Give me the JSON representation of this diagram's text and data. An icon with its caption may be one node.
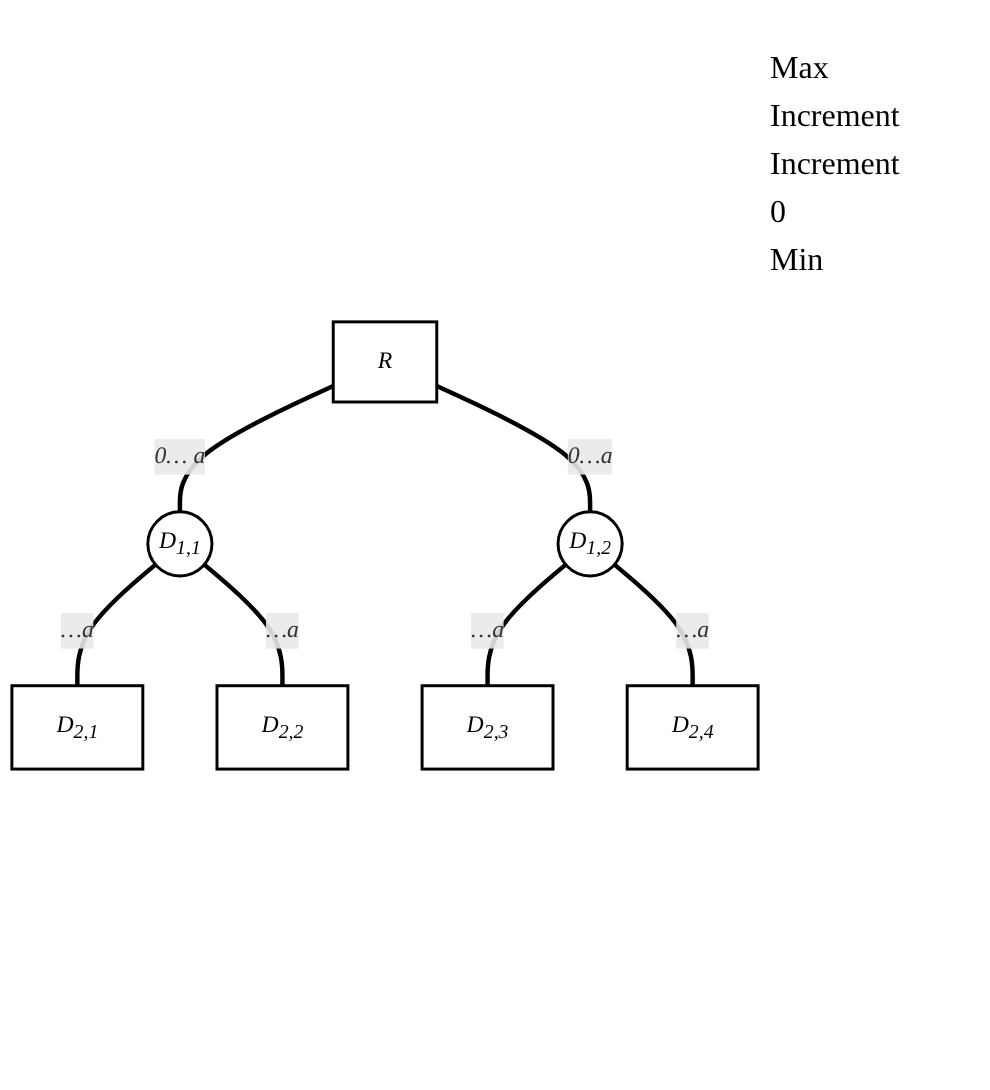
{
  "diagram": {
    "nodes": [
      {
        "text": [
          "R"
        ]
      },
      {
        "text": [
          "D$_{1,1}$"
        ]
      },
      {
        "text": [
          "D$_{1,2}$"
        ]
      },
      {
        "text": [
          "D$_{2,1}$"
        ]
      },
      {
        "text": [
          "D$_{2,2}$"
        ]
      },
      {
        "text": [
          "D$_{2,3}$"
        ]
      },
      {
        "text": [
          "D$_{2,4}$"
        ]
      }
    ],
    "edges": [
      {
        "from": 0,
        "to": 1,
        "arrow": "none",
        "label": "0… a"
      },
      {
        "from": 0,
        "to": 2,
        "arrow": "none",
        "label": "0…a"
      },
      {
        "from": 1,
        "to": 3,
        "arrow": "none",
        "label": "…a"
      },
      {
        "from": 1,
        "to": 4,
        "arrow": "none",
        "label": "…a"
      },
      {
        "from": 2,
        "to": 5,
        "arrow": "none",
        "label": "…a"
      },
      {
        "from": 2,
        "to": 6,
        "arrow": "none",
        "label": "…a"
      }
    ],
    "labels": [
      "Max",
      "Increment",
      "Increment",
      "0",
      "Min"
    ]
  }
}
